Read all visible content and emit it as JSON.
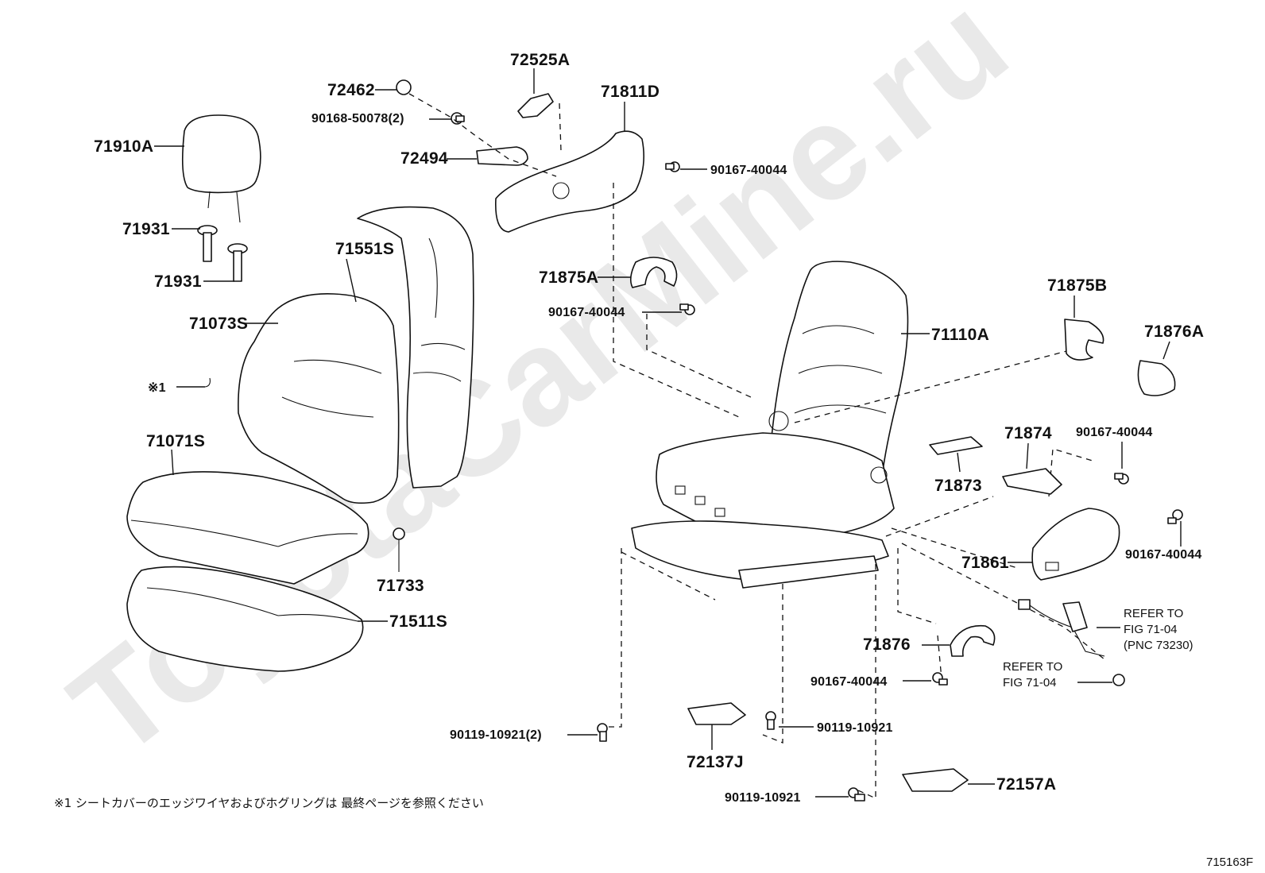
{
  "watermark": "ToyotaCarMine.ru",
  "figure_id": "715163F",
  "footnote": "※1 シートカバーのエッジワイヤおよびホグリングは 最終ページを参照ください",
  "labels": {
    "p72525A": "72525A",
    "p72462": "72462",
    "p90168": "90168-50078(2)",
    "p72494": "72494",
    "p71811D": "71811D",
    "p90167_top": "90167-40044",
    "p71910A": "71910A",
    "p71931a": "71931",
    "p71931b": "71931",
    "p71551S": "71551S",
    "p71073S": "71073S",
    "p_note1": "※1",
    "p71071S": "71071S",
    "p71733": "71733",
    "p71511S": "71511S",
    "p71875A": "71875A",
    "p90167_mid": "90167-40044",
    "p71110A": "71110A",
    "p71875B": "71875B",
    "p71876A": "71876A",
    "p71874": "71874",
    "p71873": "71873",
    "p90167_r1": "90167-40044",
    "p90167_r2": "90167-40044",
    "p71861": "71861",
    "p71876": "71876",
    "p90167_low": "90167-40044",
    "p90119_2": "90119-10921(2)",
    "p72137J": "72137J",
    "p90119_mid": "90119-10921",
    "p90119_low": "90119-10921",
    "p72157A": "72157A",
    "refer1_line1": "REFER TO",
    "refer1_line2": "FIG 71-04",
    "refer1_line3": "(PNC 73230)",
    "refer2_line1": "REFER TO",
    "refer2_line2": "FIG 71-04"
  }
}
